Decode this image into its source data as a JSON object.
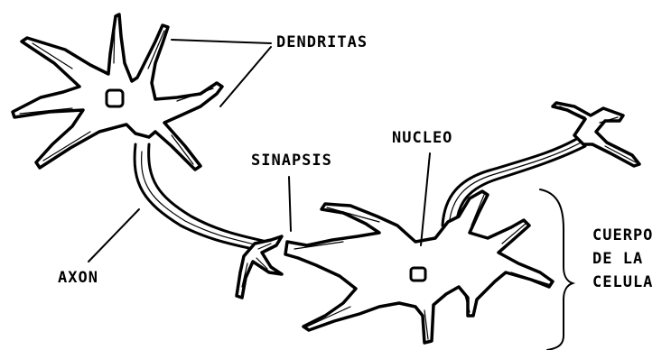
{
  "labels": {
    "dendritas": "DENDRITAS",
    "sinapsis": "SINAPSIS",
    "nucleo": "NUCLEO",
    "axon": "AXON",
    "cuerpo_line1": "CUERPO",
    "cuerpo_line2": "DE LA",
    "cuerpo_line3": "CELULA"
  },
  "colors": {
    "ink": "#000000",
    "background": "#ffffff"
  }
}
